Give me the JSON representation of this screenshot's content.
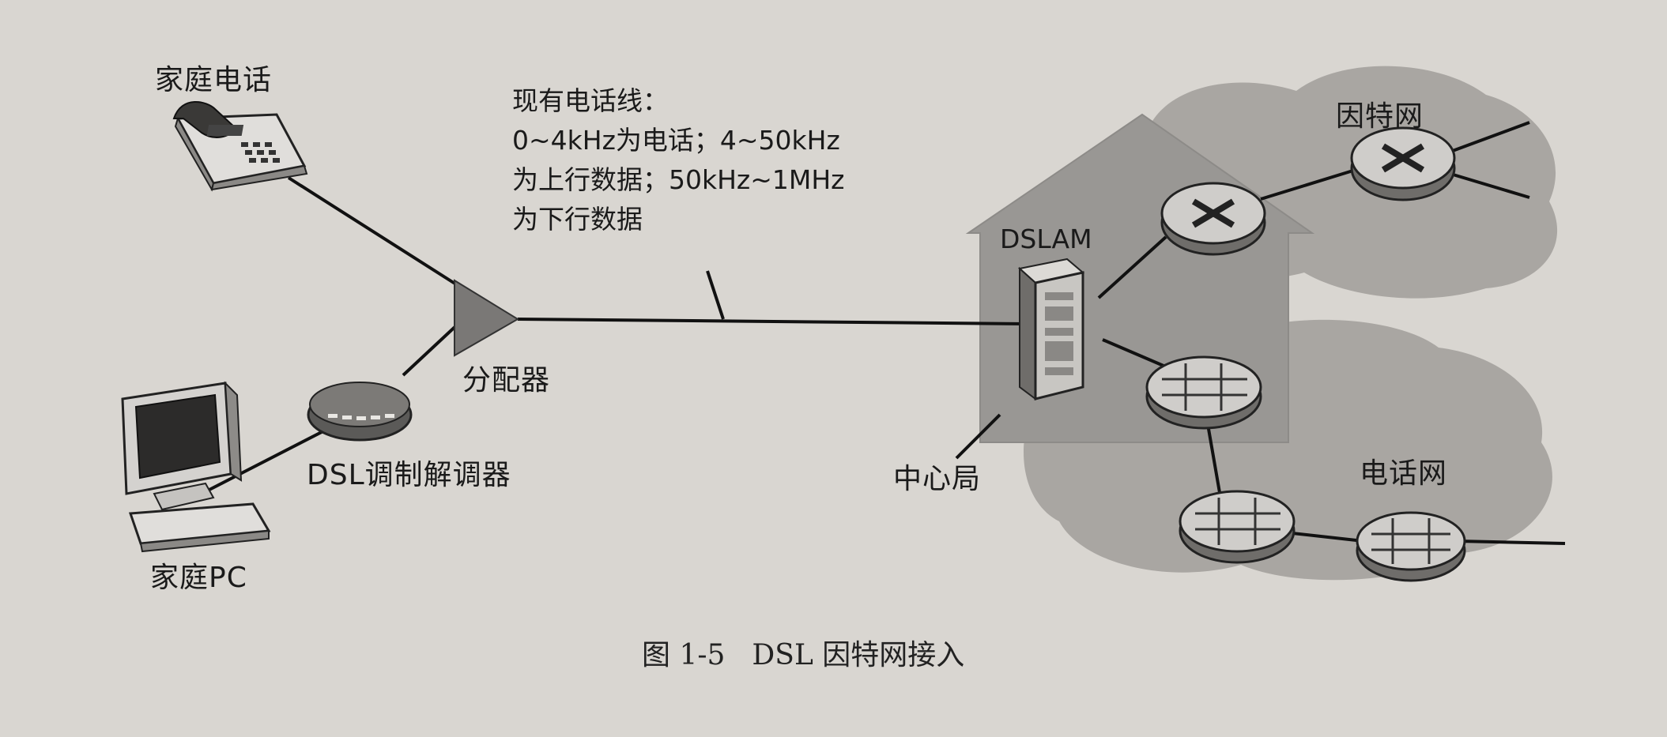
{
  "labels": {
    "home_phone": "家庭电话",
    "internet": "因特网",
    "dslam": "DSLAM",
    "splitter": "分配器",
    "modem": "DSL调制解调器",
    "central_office": "中心局",
    "phone_network": "电话网",
    "home_pc": "家庭PC"
  },
  "phone_line_note": [
    "现有电话线：",
    "0~4kHz为电话；4~50kHz",
    "为上行数据；50kHz~1MHz",
    "为下行数据"
  ],
  "caption": {
    "number": "图 1-5",
    "title": "DSL 因特网接入"
  },
  "colors": {
    "paper": "#d9d6d1",
    "cloud": "#a9a6a2",
    "house": "#999794",
    "line": "#111111",
    "device_light": "#cfcdca",
    "device_dark": "#6f6d6a"
  }
}
